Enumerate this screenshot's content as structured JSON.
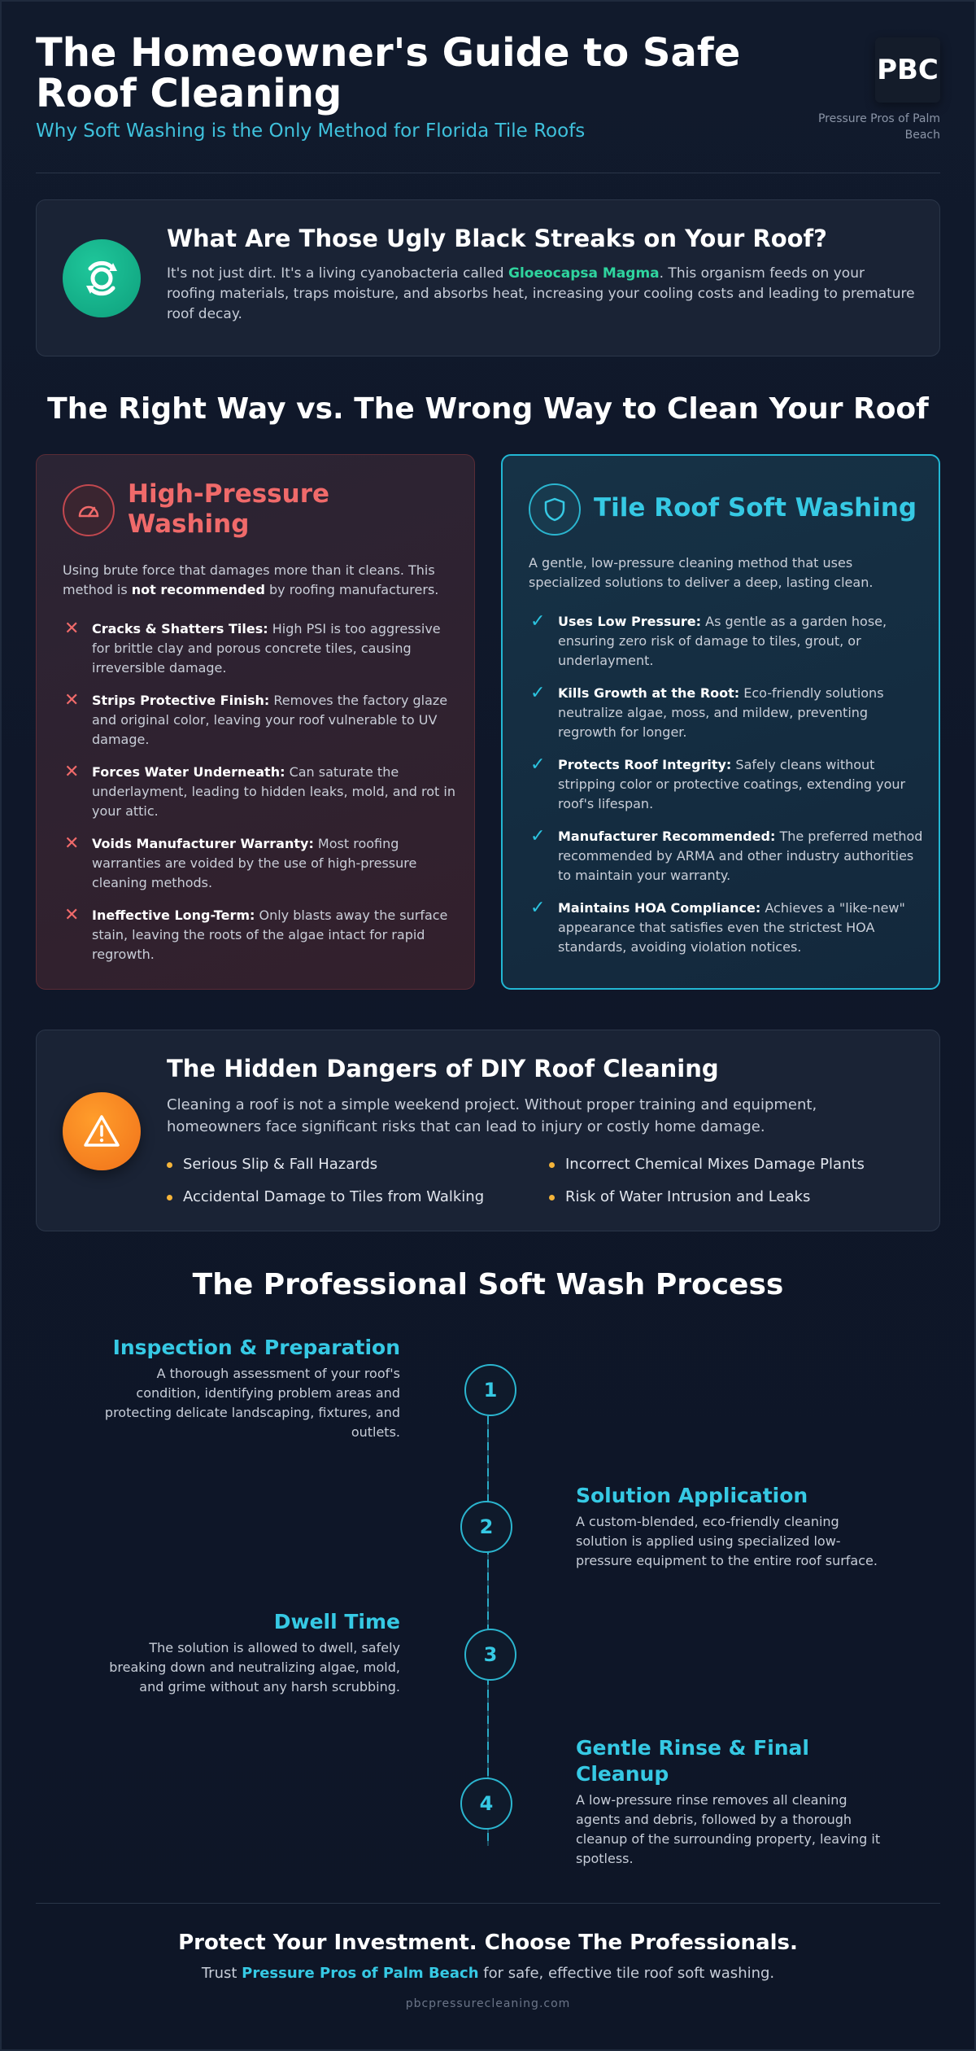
{
  "header": {
    "title": "The Homeowner's Guide to Safe Roof Cleaning",
    "subtitle": "Why Soft Washing is the Only Method for Florida Tile Roofs",
    "logo_text": "PBC",
    "company_caption": "Pressure Pros of Palm Beach"
  },
  "intro": {
    "icon": "recycle-icon",
    "title": "What Are Those Ugly Black Streaks on Your Roof?",
    "text_before": "It's not just dirt. It's a living cyanobacteria called ",
    "highlight": "Gloeocapsa Magma",
    "text_after": ". This organism feeds on your roofing materials, traps moisture, and absorbs heat, increasing your cooling costs and leading to premature roof decay."
  },
  "compare": {
    "title": "The Right Way vs. The Wrong Way to Clean Your Roof",
    "bad": {
      "icon": "pressure-gauge-icon",
      "title": "High-Pressure Washing",
      "desc_before": "Using brute force that damages more than it cleans. This method is ",
      "desc_bold": "not recommended",
      "desc_after": " by roofing manufacturers.",
      "items": [
        {
          "label": "Cracks & Shatters Tiles:",
          "text": " High PSI is too aggressive for brittle clay and porous concrete tiles, causing irreversible damage."
        },
        {
          "label": "Strips Protective Finish:",
          "text": " Removes the factory glaze and original color, leaving your roof vulnerable to UV damage."
        },
        {
          "label": "Forces Water Underneath:",
          "text": " Can saturate the underlayment, leading to hidden leaks, mold, and rot in your attic."
        },
        {
          "label": "Voids Manufacturer Warranty:",
          "text": " Most roofing warranties are voided by the use of high-pressure cleaning methods."
        },
        {
          "label": "Ineffective Long-Term:",
          "text": " Only blasts away the surface stain, leaving the roots of the algae intact for rapid regrowth."
        }
      ]
    },
    "good": {
      "icon": "shield-icon",
      "title": "Tile Roof Soft Washing",
      "desc": "A gentle, low-pressure cleaning method that uses specialized solutions to deliver a deep, lasting clean.",
      "items": [
        {
          "label": "Uses Low Pressure:",
          "text": " As gentle as a garden hose, ensuring zero risk of damage to tiles, grout, or underlayment."
        },
        {
          "label": "Kills Growth at the Root:",
          "text": " Eco-friendly solutions neutralize algae, moss, and mildew, preventing regrowth for longer."
        },
        {
          "label": "Protects Roof Integrity:",
          "text": " Safely cleans without stripping color or protective coatings, extending your roof's lifespan."
        },
        {
          "label": "Manufacturer Recommended:",
          "text": " The preferred method recommended by ARMA and other industry authorities to maintain your warranty."
        },
        {
          "label": "Maintains HOA Compliance:",
          "text": " Achieves a \"like-new\" appearance that satisfies even the strictest HOA standards, avoiding violation notices."
        }
      ]
    }
  },
  "diy": {
    "icon": "warning-icon",
    "title": "The Hidden Dangers of DIY Roof Cleaning",
    "text": "Cleaning a roof is not a simple weekend project. Without proper training and equipment, homeowners face significant risks that can lead to injury or costly home damage.",
    "bullets": [
      "Serious Slip & Fall Hazards",
      "Incorrect Chemical Mixes Damage Plants",
      "Accidental Damage to Tiles from Walking",
      "Risk of Water Intrusion and Leaks"
    ]
  },
  "process": {
    "title": "The Professional Soft Wash Process",
    "steps": [
      {
        "number": "1",
        "title": "Inspection & Preparation",
        "text": "A thorough assessment of your roof's condition, identifying problem areas and protecting delicate landscaping, fixtures, and outlets."
      },
      {
        "number": "2",
        "title": "Solution Application",
        "text": "A custom-blended, eco-friendly cleaning solution is applied using specialized low-pressure equipment to the entire roof surface."
      },
      {
        "number": "3",
        "title": "Dwell Time",
        "text": "The solution is allowed to dwell, safely breaking down and neutralizing algae, mold, and grime without any harsh scrubbing."
      },
      {
        "number": "4",
        "title": "Gentle Rinse & Final Cleanup",
        "text": "A low-pressure rinse removes all cleaning agents and debris, followed by a thorough cleanup of the surrounding property, leaving it spotless."
      }
    ]
  },
  "footer": {
    "title": "Protect Your Investment. Choose The Professionals.",
    "text_before": "Trust ",
    "company": "Pressure Pros of Palm Beach",
    "text_after": " for safe, effective tile roof soft washing.",
    "url": "pbcpressurecleaning.com"
  },
  "colors": {
    "accent": "#36c9e4",
    "danger": "#f06a6a",
    "success": "#2fd49e",
    "warning": "#f0711a"
  }
}
